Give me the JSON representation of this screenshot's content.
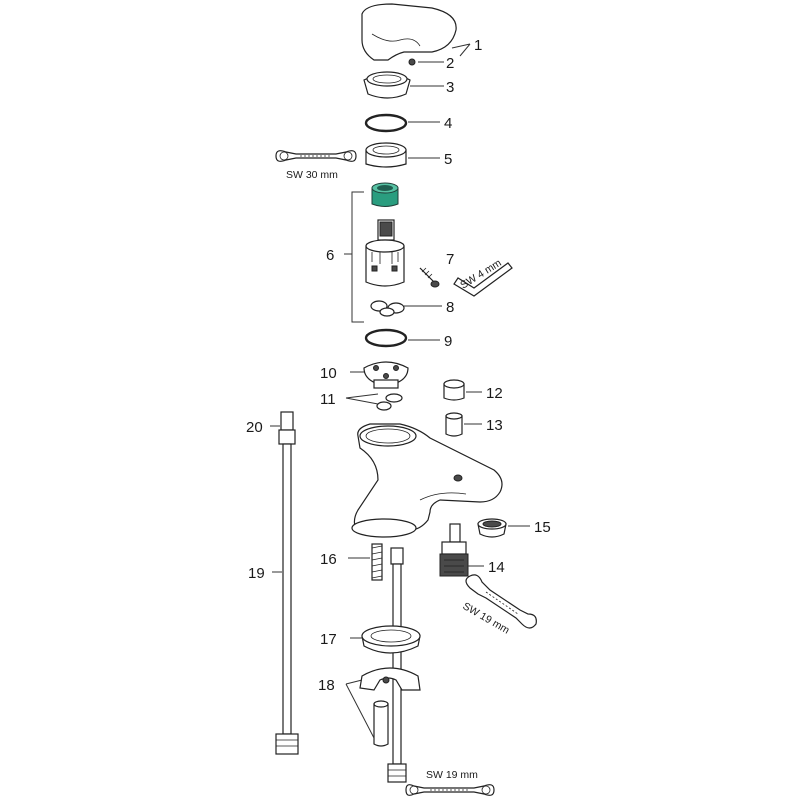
{
  "labels": [
    {
      "id": "1",
      "text": "1"
    },
    {
      "id": "2",
      "text": "2"
    },
    {
      "id": "3",
      "text": "3"
    },
    {
      "id": "4",
      "text": "4"
    },
    {
      "id": "5",
      "text": "5"
    },
    {
      "id": "6",
      "text": "6"
    },
    {
      "id": "7",
      "text": "7"
    },
    {
      "id": "8",
      "text": "8"
    },
    {
      "id": "9",
      "text": "9"
    },
    {
      "id": "10",
      "text": "10"
    },
    {
      "id": "11",
      "text": "11"
    },
    {
      "id": "12",
      "text": "12"
    },
    {
      "id": "13",
      "text": "13"
    },
    {
      "id": "14",
      "text": "14"
    },
    {
      "id": "15",
      "text": "15"
    },
    {
      "id": "16",
      "text": "16"
    },
    {
      "id": "17",
      "text": "17"
    },
    {
      "id": "18",
      "text": "18"
    },
    {
      "id": "19",
      "text": "19"
    },
    {
      "id": "20",
      "text": "20"
    }
  ],
  "tools": {
    "wrench_30": "SW 30 mm",
    "hex_key_4": "SW 4 mm",
    "wrench_19_side": "SW 19 mm",
    "wrench_19_bottom": "SW 19 mm"
  },
  "colors": {
    "line": "#222222",
    "cartridge_nut": "#2a9d7f"
  }
}
